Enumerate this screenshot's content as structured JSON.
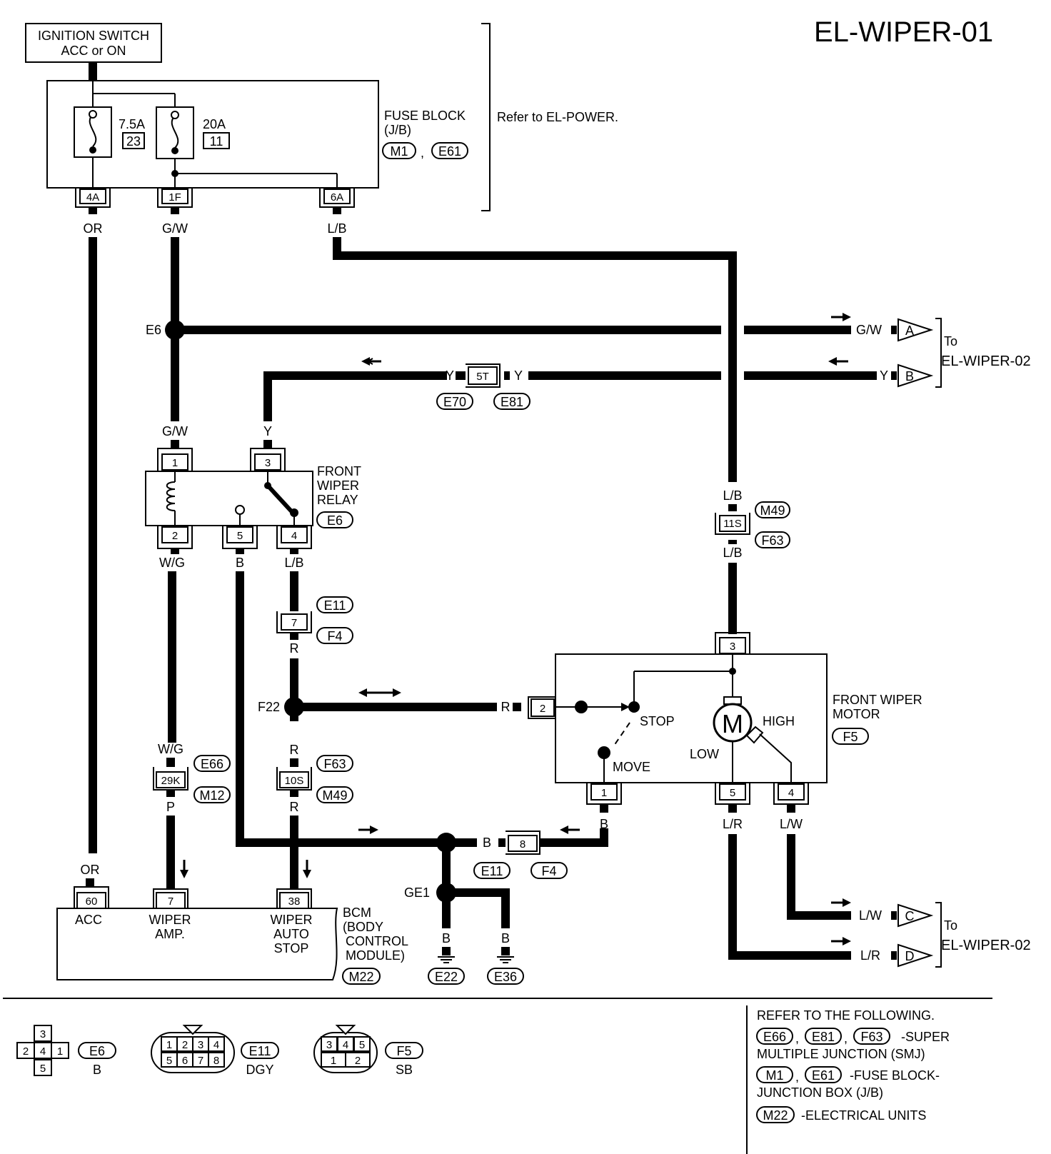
{
  "title": "EL-WIPER-01",
  "ignition": {
    "line1": "IGNITION SWITCH",
    "line2": "ACC or ON"
  },
  "fuse_block": {
    "label1": "FUSE BLOCK",
    "label2": "(J/B)",
    "ref1": "M1",
    "sep": ",",
    "ref2": "E61",
    "note": "Refer to EL-POWER.",
    "fuse1": {
      "rating": "7.5A",
      "number": "23"
    },
    "fuse2": {
      "rating": "20A",
      "number": "11"
    },
    "terminals": [
      "4A",
      "1F",
      "6A"
    ]
  },
  "wire_colors": {
    "or": "OR",
    "gw": "G/W",
    "lb": "L/B",
    "y": "Y",
    "wg": "W/G",
    "b": "B",
    "r": "R",
    "p": "P",
    "lw": "L/W",
    "lr": "L/R"
  },
  "splices": {
    "e6": "E6",
    "f22": "F22",
    "ge1": "GE1"
  },
  "to_other": {
    "to": "To",
    "page": "EL-WIPER-02",
    "connectors": [
      "A",
      "B",
      "C",
      "D"
    ]
  },
  "junction_5t": {
    "pin": "5T",
    "ref1": "E70",
    "ref2": "E81"
  },
  "junction_11s": {
    "pin": "11S",
    "ref1": "M49",
    "ref2": "F63"
  },
  "junction_7": {
    "pin": "7",
    "ref1": "E11",
    "ref2": "F4"
  },
  "junction_29k": {
    "pin": "29K",
    "ref1": "E66",
    "ref2": "M12"
  },
  "junction_10s": {
    "pin": "10S",
    "ref1": "F63",
    "ref2": "M49"
  },
  "junction_8": {
    "pin": "8",
    "ref1": "E11",
    "ref2": "F4"
  },
  "relay": {
    "label1": "FRONT",
    "label2": "WIPER",
    "label3": "RELAY",
    "ref": "E6",
    "pins": [
      "1",
      "3",
      "2",
      "5",
      "4"
    ]
  },
  "motor": {
    "label1": "FRONT WIPER",
    "label2": "MOTOR",
    "ref": "F5",
    "symbol": "M",
    "stop": "STOP",
    "move": "MOVE",
    "high": "HIGH",
    "low": "LOW",
    "pins": [
      "3",
      "2",
      "1",
      "5",
      "4"
    ]
  },
  "bcm": {
    "pins": [
      "60",
      "7",
      "38"
    ],
    "acc": "ACC",
    "amp1": "WIPER",
    "amp2": "AMP.",
    "auto1": "WIPER",
    "auto2": "AUTO",
    "auto3": "STOP",
    "label1": "BCM",
    "label2": "(BODY",
    "label3": "CONTROL",
    "label4": "MODULE)",
    "ref": "M22"
  },
  "grounds": [
    "E22",
    "E36"
  ],
  "connector_views": {
    "e6": {
      "pins": [
        "3",
        "2",
        "4",
        "1",
        "5"
      ],
      "ref": "E6",
      "color": "B"
    },
    "e11": {
      "pins": [
        "1",
        "2",
        "3",
        "4",
        "5",
        "6",
        "7",
        "8"
      ],
      "ref": "E11",
      "color": "DGY"
    },
    "f5": {
      "pins": [
        "3",
        "4",
        "5",
        "1",
        "2"
      ],
      "ref": "F5",
      "color": "SB"
    }
  },
  "legend": {
    "line1": "REFER TO THE FOLLOWING.",
    "refs1": [
      "E66",
      "E81",
      "F63"
    ],
    "text1a": "-SUPER",
    "text1b": "MULTIPLE JUNCTION (SMJ)",
    "refs2": [
      "M1",
      "E61"
    ],
    "text2a": "-FUSE BLOCK-",
    "text2b": "JUNCTION BOX (J/B)",
    "refs3": [
      "M22"
    ],
    "text3": "-ELECTRICAL UNITS",
    "comma": ","
  }
}
